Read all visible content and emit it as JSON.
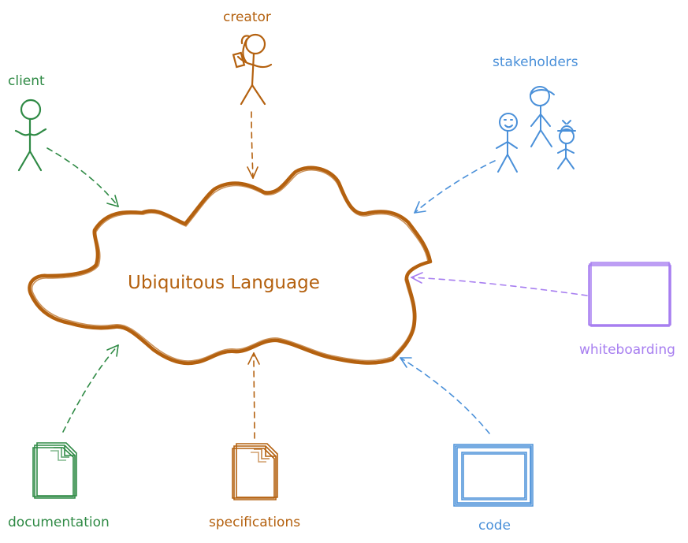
{
  "center": {
    "label": "Ubiquitous Language"
  },
  "nodes": {
    "client": "client",
    "creator": "creator",
    "stakeholders": "stakeholders",
    "whiteboarding": "whiteboarding",
    "documentation": "documentation",
    "specifications": "specifications",
    "code": "code"
  },
  "colors": {
    "green": "#2f8a45",
    "brown": "#b4610f",
    "blue": "#4a90d9",
    "purple": "#a77ef0"
  }
}
